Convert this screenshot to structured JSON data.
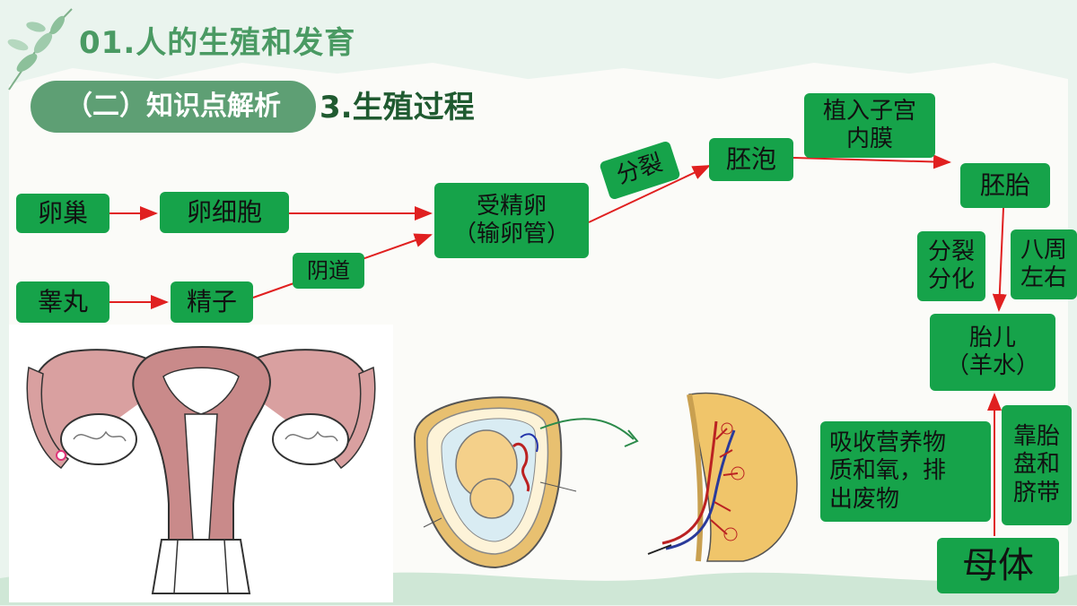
{
  "header": {
    "title": "01.人的生殖和发育",
    "section_pill": "（二）知识点解析",
    "subtitle": "3.生殖过程"
  },
  "diagram": {
    "nodes": {
      "ovary": "卵巢",
      "egg_cell": "卵细胞",
      "testis": "睾丸",
      "sperm": "精子",
      "vagina": "阴道",
      "zygote_line1": "受精卵",
      "zygote_line2": "（输卵管）",
      "division": "分裂",
      "blastocyst": "胚泡",
      "implant_line1": "植入子宫",
      "implant_line2": "内膜",
      "embryo": "胚胎",
      "divide_diff_line1": "分裂",
      "divide_diff_line2": "分化",
      "eight_weeks_line1": "八周",
      "eight_weeks_line2": "左右",
      "fetus_line1": "胎儿",
      "fetus_line2": "（羊水）",
      "absorb_line1": "吸收营养物",
      "absorb_line2": "质和氧，排",
      "absorb_line3": "出废物",
      "placenta_line1": "靠胎",
      "placenta_line2": "盘和",
      "placenta_line3": "脐带",
      "mother": "母体"
    }
  },
  "colors": {
    "box_green": "#16a34a",
    "arrow_red": "#e02020",
    "title_green": "#4a9a63",
    "pill_green": "#5e9f74"
  }
}
